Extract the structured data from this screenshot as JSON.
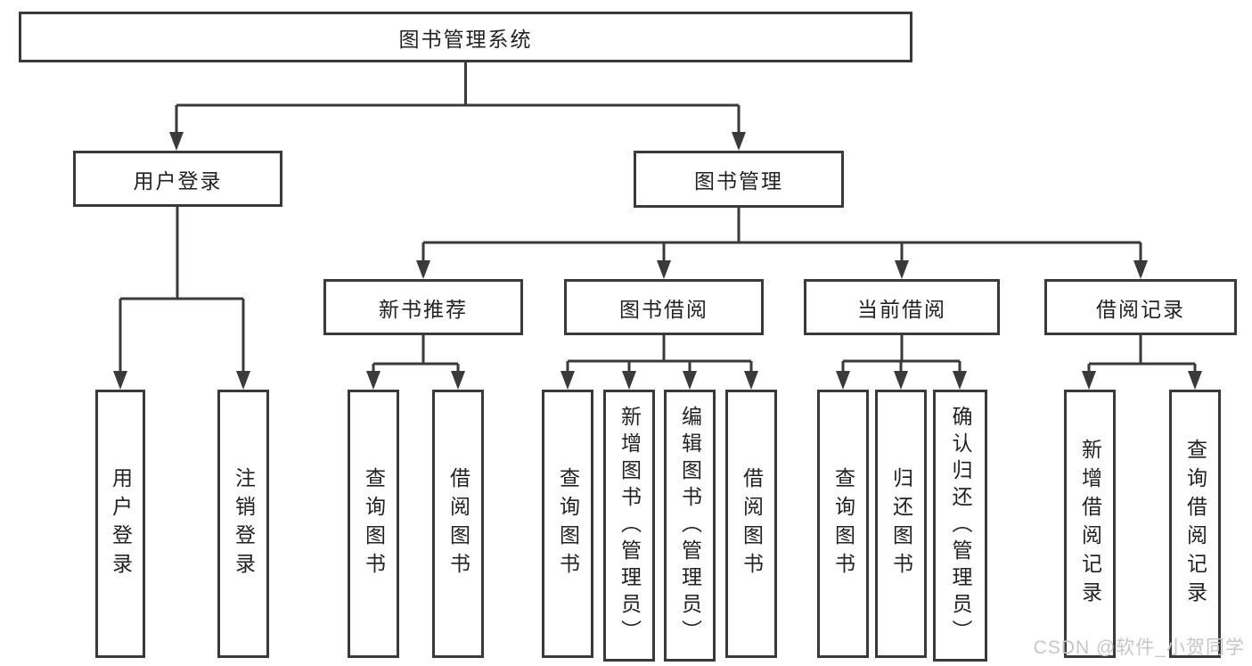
{
  "colors": {
    "background": "#ffffff",
    "line": "#3a3a3a",
    "box_border": "#3a3a3a",
    "text": "#222222",
    "watermark_text": "#c6c6c6"
  },
  "diagram": {
    "root": {
      "label": "图书管理系统"
    },
    "level2": [
      {
        "label": "用户登录"
      },
      {
        "label": "图书管理"
      }
    ],
    "level3": [
      {
        "label": "新书推荐"
      },
      {
        "label": "图书借阅"
      },
      {
        "label": "当前借阅"
      },
      {
        "label": "借阅记录"
      }
    ],
    "leaves": {
      "user_login": [
        "用户登录",
        "注销登录"
      ],
      "new_book_rec": [
        "查询图书",
        "借阅图书"
      ],
      "book_borrow": [
        "查询图书",
        "新增图书（管理员）",
        "编辑图书（管理员）",
        "借阅图书"
      ],
      "current_borrow": [
        "查询图书",
        "归还图书",
        "确认归还（管理员）"
      ],
      "borrow_record": [
        "新增借阅记录",
        "查询借阅记录"
      ]
    }
  },
  "watermark": {
    "text": "CSDN @软件_小贺同学"
  }
}
